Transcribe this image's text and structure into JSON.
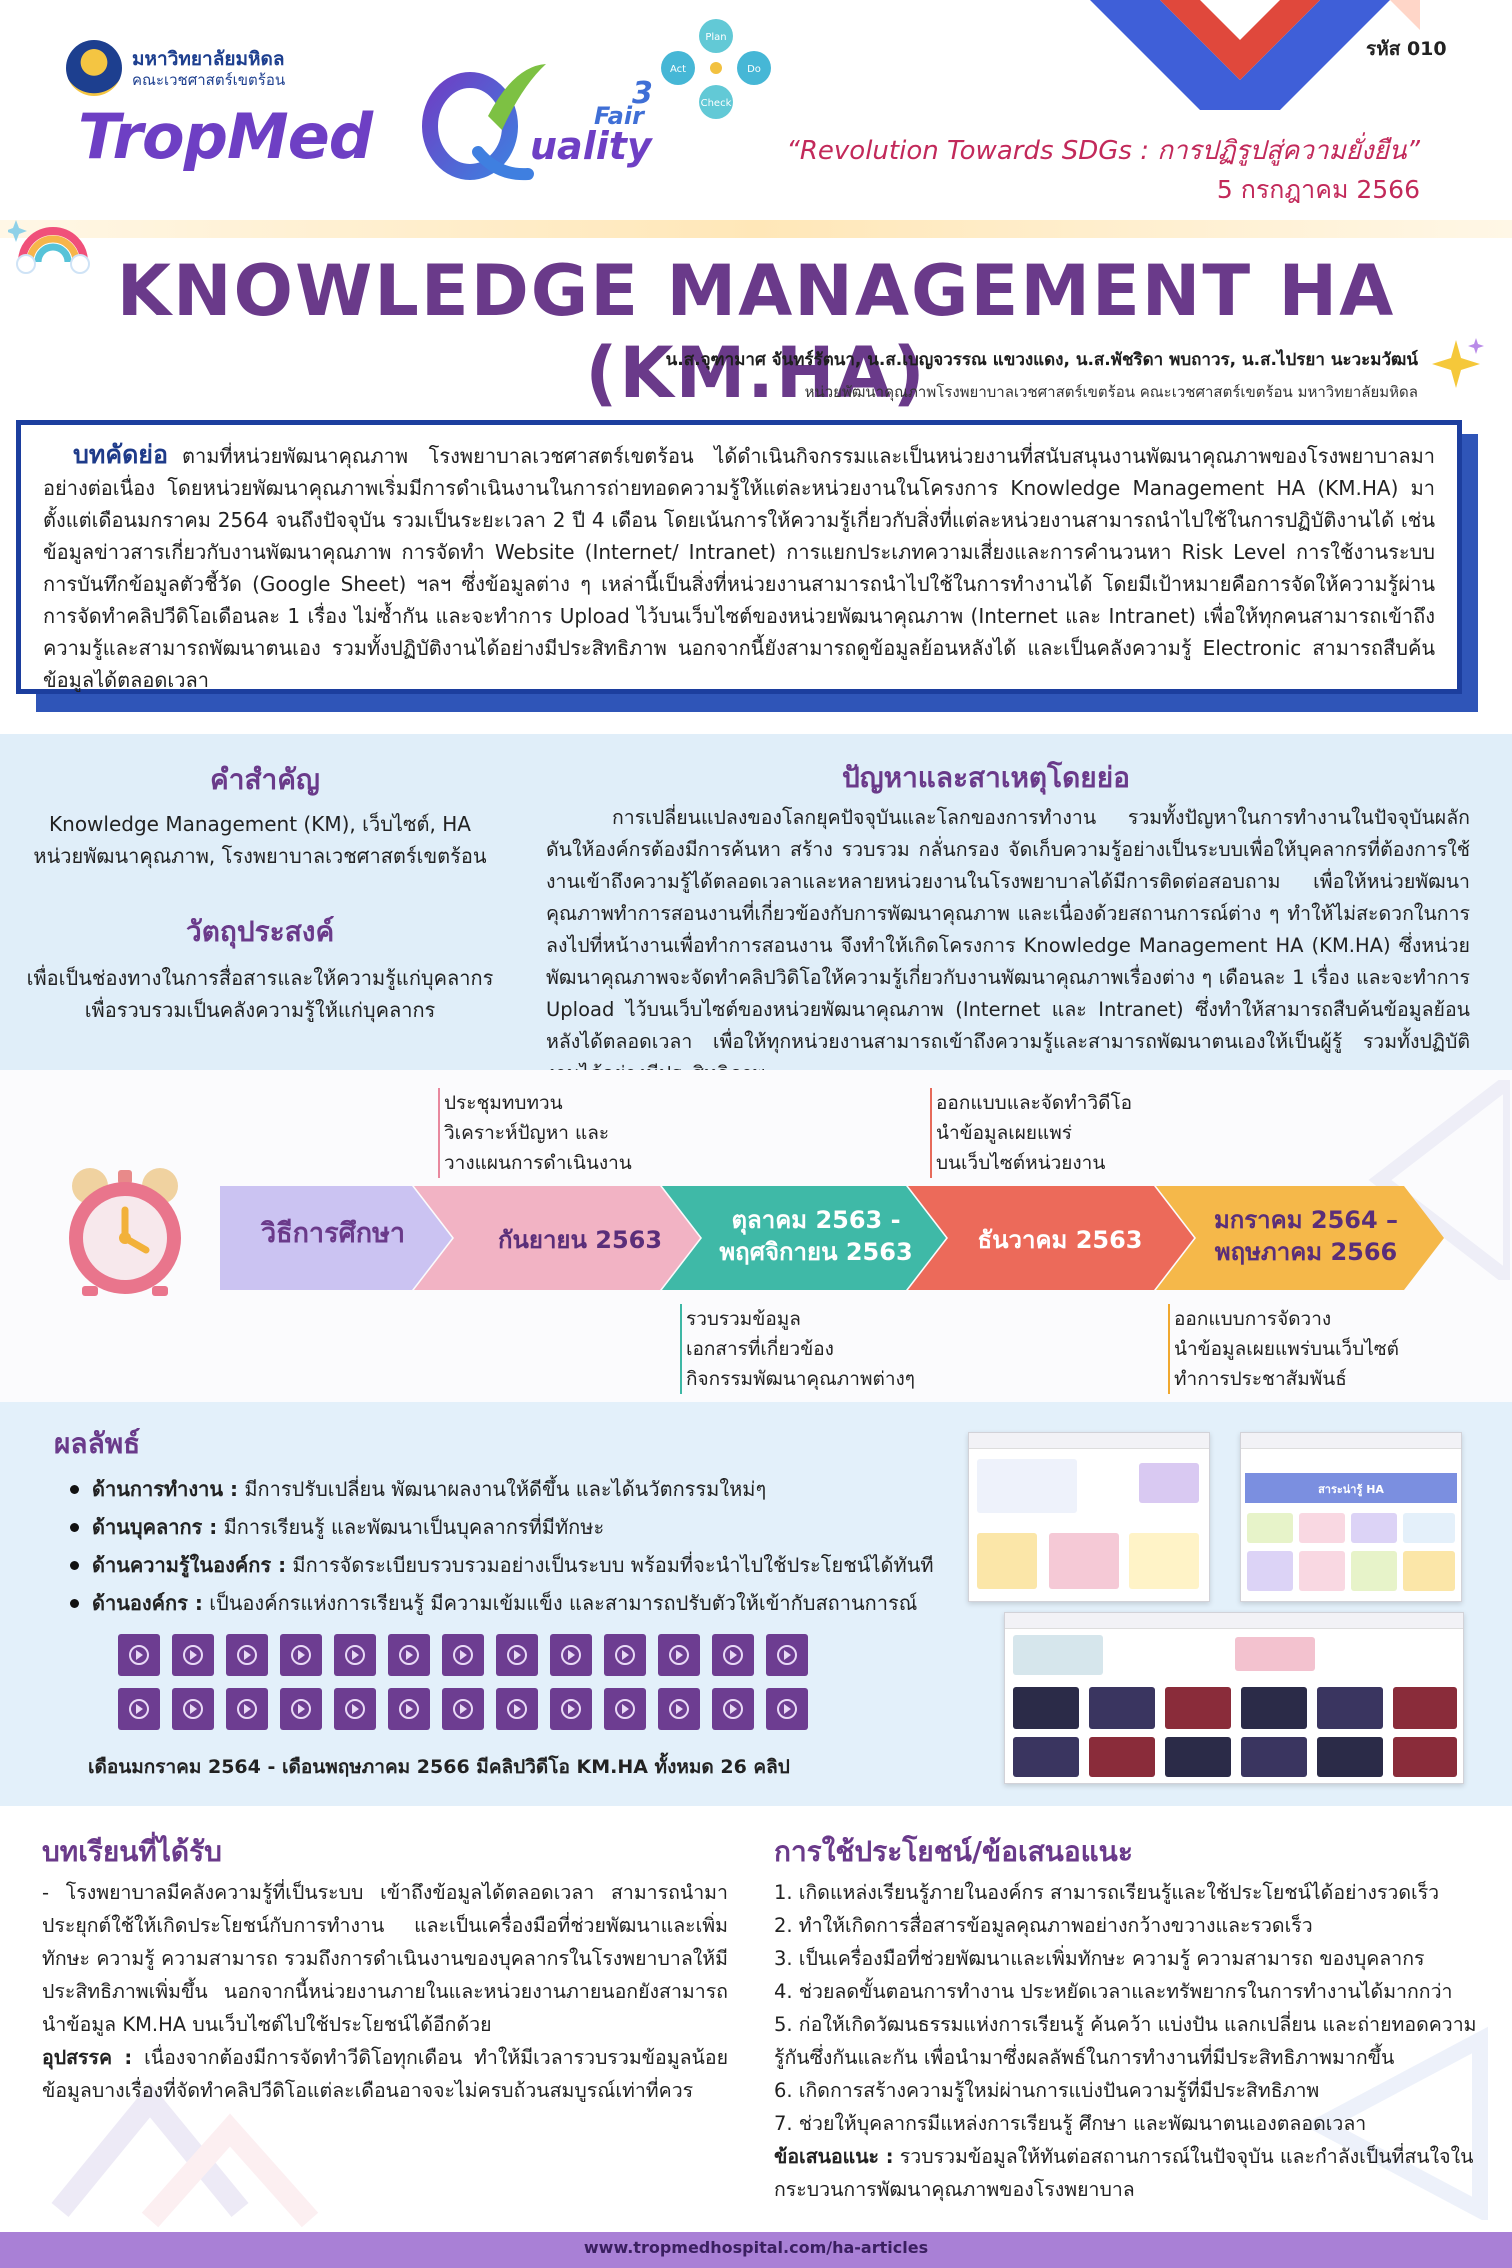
{
  "header": {
    "university_name": "มหาวิทยาลัยมหิดล",
    "faculty_name": "คณะเวชศาสตร์เขตร้อน",
    "brand_main": "TropMed",
    "brand_tail": "uality",
    "brand_fair": "Fair",
    "brand_edition": "3",
    "pdca": [
      "Plan",
      "Do",
      "Check",
      "Act"
    ],
    "code": "รหัส 010",
    "slogan": "“Revolution Towards SDGs : การปฏิรูปสู่ความยั่งยืน”",
    "date": "5 กรกฎาคม 2566",
    "title": "KNOWLEDGE MANAGEMENT HA (KM.HA)",
    "authors": "น.ส.จุฑามาศ จันทร์รัตนา, น.ส.เบญจวรรณ แขวงแดง, น.ส.พัชริดา พบถาวร, น.ส.ไปรยา นะวะมวัฒน์",
    "affiliation": "หน่วยพัฒนาคุณภาพโรงพยาบาลเวชศาสตร์เขตร้อน คณะเวชศาสตร์เขตร้อน มหาวิทยาลัยมหิดล"
  },
  "abstract": {
    "heading": "บทคัดย่อ",
    "body": "ตามที่หน่วยพัฒนาคุณภาพ โรงพยาบาลเวชศาสตร์เขตร้อน ได้ดำเนินกิจกรรมและเป็นหน่วยงานที่สนับสนุนงานพัฒนาคุณภาพของโรงพยาบาลมาอย่างต่อเนื่อง โดยหน่วยพัฒนาคุณภาพเริ่มมีการดำเนินงานในการถ่ายทอดความรู้ให้แต่ละหน่วยงานในโครงการ Knowledge Management HA (KM.HA) มาตั้งแต่เดือนมกราคม 2564 จนถึงปัจจุบัน รวมเป็นระยะเวลา 2 ปี 4 เดือน โดยเน้นการให้ความรู้เกี่ยวกับสิ่งที่แต่ละหน่วยงานสามารถนำไปใช้ในการปฏิบัติงานได้ เช่น ข้อมูลข่าวสารเกี่ยวกับงานพัฒนาคุณภาพ การจัดทำ Website (Internet/ Intranet) การแยกประเภทความเสี่ยงและการคำนวนหา Risk Level การใช้งานระบบการบันทึกข้อมูลตัวชี้วัด (Google Sheet) ฯลฯ ซึ่งข้อมูลต่าง ๆ เหล่านี้เป็นสิ่งที่หน่วยงานสามารถนำไปใช้ในการทำงานได้ โดยมีเป้าหมายคือการจัดให้ความรู้ผ่านการจัดทำคลิปวีดิโอเดือนละ 1 เรื่อง ไม่ซ้ำกัน และจะทำการ Upload ไว้บนเว็บไซต์ของหน่วยพัฒนาคุณภาพ (Internet และ Intranet) เพื่อให้ทุกคนสามารถเข้าถึงความรู้และสามารถพัฒนาตนเอง รวมทั้งปฏิบัติงานได้อย่างมีประสิทธิภาพ นอกจากนี้ยังสามารถดูข้อมูลย้อนหลังได้ และเป็นคลังความรู้ Electronic สามารถสืบค้นข้อมูลได้ตลอดเวลา"
  },
  "keywords": {
    "heading": "คำสำคัญ",
    "line1": "Knowledge Management (KM), เว็บไซต์, HA",
    "line2": "หน่วยพัฒนาคุณภาพ, โรงพยาบาลเวชศาสตร์เขตร้อน"
  },
  "objectives": {
    "heading": "วัตถุประสงค์",
    "line1": "เพื่อเป็นช่องทางในการสื่อสารและให้ความรู้แก่บุคลากร",
    "line2": "เพื่อรวบรวมเป็นคลังความรู้ให้แก่บุคลากร"
  },
  "problem": {
    "heading": "ปัญหาและสาเหตุโดยย่อ",
    "body": "การเปลี่ยนแปลงของโลกยุคปัจจุบันและโลกของการทำงาน รวมทั้งปัญหาในการทำงานในปัจจุบันผลักดันให้องค์กรต้องมีการค้นหา สร้าง รวบรวม กลั่นกรอง จัดเก็บความรู้อย่างเป็นระบบเพื่อให้บุคลากรที่ต้องการใช้งานเข้าถึงความรู้ได้ตลอดเวลาและหลายหน่วยงานในโรงพยาบาลได้มีการติดต่อสอบถาม เพื่อให้หน่วยพัฒนาคุณภาพทำการสอนงานที่เกี่ยวข้องกับการพัฒนาคุณภาพ และเนื่องด้วยสถานการณ์ต่าง ๆ ทำให้ไม่สะดวกในการลงไปที่หน้างานเพื่อทำการสอนงาน จึงทำให้เกิดโครงการ Knowledge Management HA (KM.HA) ซึ่งหน่วยพัฒนาคุณภาพจะจัดทำคลิปวิดิโอให้ความรู้เกี่ยวกับงานพัฒนาคุณภาพเรื่องต่าง ๆ เดือนละ 1 เรื่อง และจะทำการ Upload ไว้บนเว็บไซต์ของหน่วยพัฒนาคุณภาพ (Internet และ Intranet) ซึ่งทำให้สามารถสืบค้นข้อมูลย้อนหลังได้ตลอดเวลา เพื่อให้ทุกหน่วยงานสามารถเข้าถึงความรู้และสามารถพัฒนาตนเองให้เป็นผู้รู้ รวมทั้งปฏิบัติงานได้อย่างมีประสิทธิภาพ"
  },
  "timeline": {
    "label": "วิธีการศึกษา",
    "stages": [
      {
        "l1": "กันยายน 2563",
        "l2": ""
      },
      {
        "l1": "ตุลาคม 2563 -",
        "l2": "พฤศจิกายน 2563"
      },
      {
        "l1": "ธันวาคม 2563",
        "l2": ""
      },
      {
        "l1": "มกราคม 2564 –",
        "l2": "พฤษภาคม 2566"
      }
    ],
    "notes": {
      "n1": [
        "ประชุมทบทวน",
        "วิเคราะห์ปัญหา และ",
        "วางแผนการดำเนินงาน"
      ],
      "n2": [
        "ออกแบบและจัดทำวิดีโอ",
        "นำข้อมูลเผยแพร่",
        "บนเว็บไซต์หน่วยงาน"
      ],
      "n3": [
        "รวบรวมข้อมูล",
        "เอกสารที่เกี่ยวข้อง",
        "กิจกรรมพัฒนาคุณภาพต่างๆ"
      ],
      "n4": [
        "ออกแบบการจัดวาง",
        "นำข้อมูลเผยแพร่บนเว็บไซต์",
        "ทำการประชาสัมพันธ์"
      ]
    },
    "colors": [
      "#cbc3f2",
      "#f2b3c4",
      "#3fb9a7",
      "#ec6a5a",
      "#f5b84a"
    ]
  },
  "results": {
    "heading": "ผลลัพธ์",
    "items": [
      {
        "k": "ด้านการทำงาน :",
        "v": " มีการปรับเปลี่ยน พัฒนาผลงานให้ดีขึ้น และได้นวัตกรรมใหม่ๆ"
      },
      {
        "k": "ด้านบุคลากร :",
        "v": " มีการเรียนรู้ และพัฒนาเป็นบุคลากรที่มีทักษะ"
      },
      {
        "k": "ด้านความรู้ในองค์กร :",
        "v": " มีการจัดระเบียบรวบรวมอย่างเป็นระบบ พร้อมที่จะนำไปใช้ประโยชน์ได้ทันที"
      },
      {
        "k": "ด้านองค์กร :",
        "v": " เป็นองค์กรแห่งการเรียนรู้ มีความเข้มแข็ง และสามารถปรับตัวให้เข้ากับสถานการณ์"
      }
    ],
    "clip_caption": "เดือนมกราคม 2564 - เดือนพฤษภาคม 2566 มีคลิปวิดีโอ KM.HA ทั้งหมด 26 คลิป",
    "clip_count": 26,
    "screenshot_banner": "สาระน่ารู้ HA"
  },
  "lessons": {
    "heading": "บทเรียนที่ได้รับ",
    "body": "-  โรงพยาบาลมีคลังความรู้ที่เป็นระบบ เข้าถึงข้อมูลได้ตลอดเวลา สามารถนำมาประยุกต์ใช้ให้เกิดประโยชน์กับการทำงาน และเป็นเครื่องมือที่ช่วยพัฒนาและเพิ่มทักษะ ความรู้ ความสามารถ รวมถึงการดำเนินงานของบุคลากรในโรงพยาบาลให้มีประสิทธิภาพเพิ่มขึ้น นอกจากนี้หน่วยงานภายในและหน่วยงานภายนอกยังสามารถนำข้อมูล KM.HA บนเว็บไซต์ไปใช้ประโยชน์ได้อีกด้วย",
    "obstacle_label": "อุปสรรค :",
    "obstacle_text": " เนื่องจากต้องมีการจัดทำวีดิโอทุกเดือน ทำให้มีเวลารวบรวมข้อมูลน้อย ข้อมูลบางเรื่องที่จัดทำคลิปวีดิโอแต่ละเดือนอาจจะไม่ครบถ้วนสมบูรณ์เท่าที่ควร"
  },
  "suggestions": {
    "heading": "การใช้ประโยชน์/ข้อเสนอแนะ",
    "items": [
      "1. เกิดแหล่งเรียนรู้ภายในองค์กร สามารถเรียนรู้และใช้ประโยชน์ได้อย่างรวดเร็ว",
      "2. ทำให้เกิดการสื่อสารข้อมูลคุณภาพอย่างกว้างขวางและรวดเร็ว",
      "3. เป็นเครื่องมือที่ช่วยพัฒนาและเพิ่มทักษะ ความรู้ ความสามารถ ของบุคลากร",
      "4. ช่วยลดขั้นตอนการทำงาน ประหยัดเวลาและทรัพยากรในการทำงานได้มากกว่า",
      "5. ก่อให้เกิดวัฒนธรรมแห่งการเรียนรู้ ค้นคว้า แบ่งปัน แลกเปลี่ยน และถ่ายทอดความรู้กันซึ่งกันและกัน เพื่อนำมาซึ่งผลลัพธ์ในการทำงานที่มีประสิทธิภาพมากขึ้น",
      "6. เกิดการสร้างความรู้ใหม่ผ่านการแบ่งปันความรู้ที่มีประสิทธิภาพ",
      "7. ช่วยให้บุคลากรมีแหล่งการเรียนรู้ ศึกษา และพัฒนาตนเองตลอดเวลา"
    ],
    "extra_label": "ข้อเสนอแนะ :",
    "extra_text": " รวบรวมข้อมูลให้ทันต่อสถานการณ์ในปัจจุบัน และกำลังเป็นที่สนใจในกระบวนการพัฒนาคุณภาพของโรงพยาบาล"
  },
  "footer": {
    "url": "www.tropmedhospital.com/ha-articles"
  }
}
